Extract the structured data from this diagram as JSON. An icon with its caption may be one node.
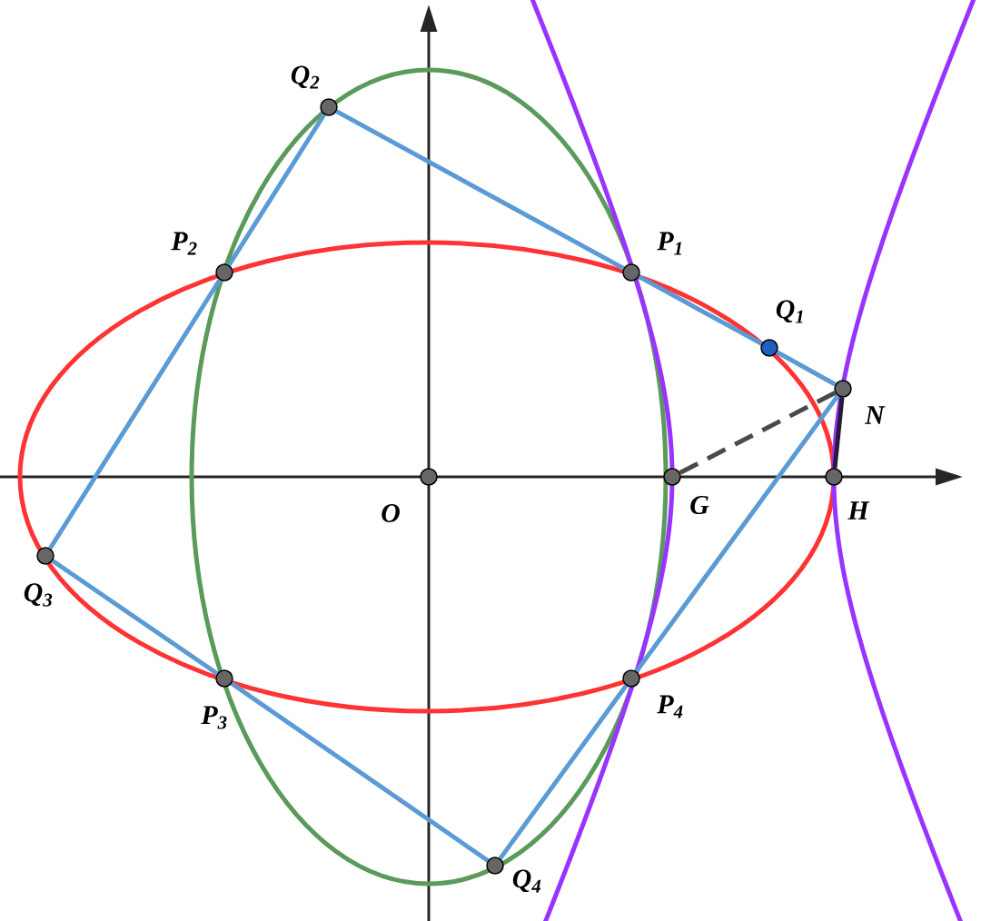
{
  "diagram": {
    "nodes": [
      {
        "text": [],
        "shape": "circle",
        "beside": [
          "P$_{1}$"
        ]
      },
      {
        "text": [],
        "shape": "circle",
        "beside": [
          "P$_{2}$"
        ]
      },
      {
        "text": [],
        "shape": "circle",
        "beside": [
          "P$_{3}$"
        ]
      },
      {
        "text": [],
        "shape": "circle",
        "beside": [
          "P$_{4}$"
        ]
      },
      {
        "text": [],
        "shape": "circle",
        "beside": [
          "Q$_{1}$"
        ]
      },
      {
        "text": [],
        "shape": "circle",
        "beside": [
          "Q$_{2}$"
        ]
      },
      {
        "text": [],
        "shape": "circle",
        "beside": [
          "Q$_{3}$"
        ]
      },
      {
        "text": [],
        "shape": "circle",
        "beside": [
          "Q$_{4}$"
        ]
      },
      {
        "text": [],
        "shape": "circle",
        "beside": [
          "N"
        ]
      },
      {
        "text": [],
        "shape": "circle",
        "beside": [
          "G"
        ]
      },
      {
        "text": [],
        "shape": "circle",
        "beside": [
          "H"
        ]
      },
      {
        "text": [],
        "shape": "circle",
        "beside": [
          "O"
        ]
      }
    ],
    "edges": [
      {
        "from": 5,
        "to": 0,
        "arrow": "none"
      },
      {
        "from": 0,
        "to": 4,
        "arrow": "none"
      },
      {
        "from": 4,
        "to": 8,
        "arrow": "none"
      },
      {
        "from": 5,
        "to": 1,
        "arrow": "none"
      },
      {
        "from": 1,
        "to": 6,
        "arrow": "none"
      },
      {
        "from": 6,
        "to": 2,
        "arrow": "none"
      },
      {
        "from": 2,
        "to": 7,
        "arrow": "none"
      },
      {
        "from": 7,
        "to": 3,
        "arrow": "none"
      },
      {
        "from": 3,
        "to": 8,
        "arrow": "none"
      },
      {
        "from": 8,
        "to": 9,
        "arrow": "none",
        "style": "dashed",
        "color": "#4a4a4a"
      },
      {
        "from": 8,
        "to": 10,
        "arrow": "none",
        "color": "#2a1a3a"
      }
    ]
  }
}
